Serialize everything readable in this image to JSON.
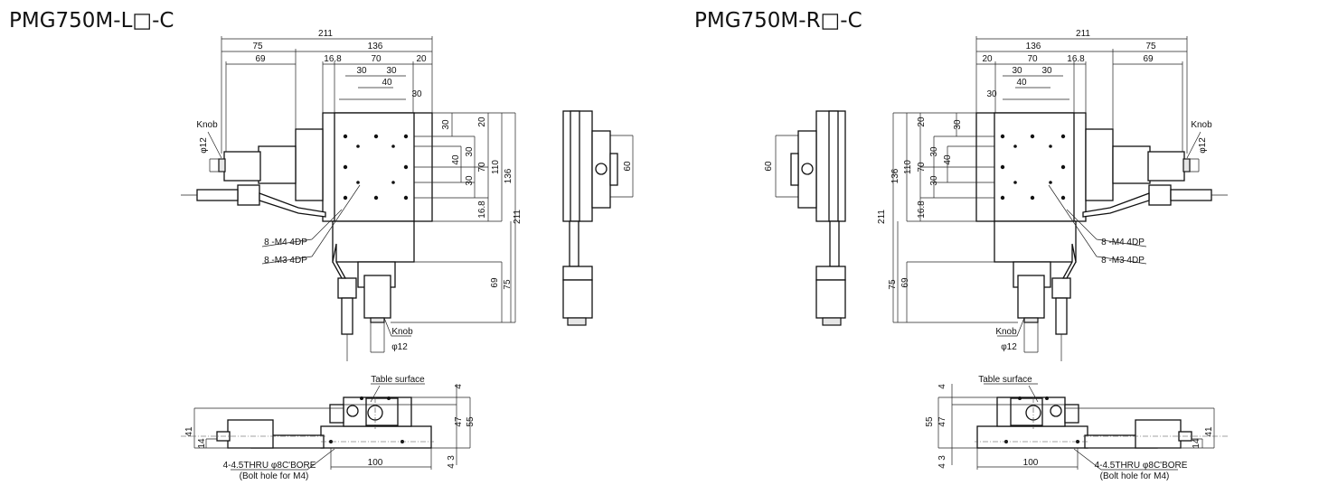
{
  "left": {
    "title": "PMG750M-L□-C",
    "dims": {
      "d211": "211",
      "d75": "75",
      "d136": "136",
      "d69": "69",
      "d16_8": "16.8",
      "d70": "70",
      "d20": "20",
      "d30a": "30",
      "d30b": "30",
      "d40": "40",
      "d30c": "30",
      "v30a": "30",
      "v20": "20",
      "v30b": "30",
      "v40": "40",
      "v70": "70",
      "v110": "110",
      "v30c": "30",
      "v136": "136",
      "v16_8": "16.8",
      "v211": "211",
      "v69": "69",
      "v75": "75",
      "side60": "60",
      "knob1": "Knob",
      "phi1": "φ12",
      "knob2": "Knob",
      "phi2": "φ12",
      "m4": "8 -M4 4DP",
      "m3": "8 -M3 4DP",
      "table_surface": "Table surface",
      "b4": "4",
      "b47": "47",
      "b55": "55",
      "b41": "41",
      "b14": "14",
      "b3": "3",
      "b4b": "4",
      "b100": "100",
      "bore": "4-4.5THRU φ8C'BORE",
      "bolt": "(Bolt hole for M4)"
    }
  },
  "right": {
    "title": "PMG750M-R□-C",
    "dims": {
      "d211": "211",
      "d75": "75",
      "d136": "136",
      "d69": "69",
      "d16_8": "16.8",
      "d70": "70",
      "d20": "20",
      "d30a": "30",
      "d30b": "30",
      "d40": "40",
      "d30c": "30",
      "v30a": "30",
      "v20": "20",
      "v30b": "30",
      "v40": "40",
      "v70": "70",
      "v110": "110",
      "v30c": "30",
      "v136": "136",
      "v16_8": "16.8",
      "v211": "211",
      "v69": "69",
      "v75": "75",
      "side60": "60",
      "knob1": "Knob",
      "phi1": "φ12",
      "knob2": "Knob",
      "phi2": "φ12",
      "m4": "8 -M4 4DP",
      "m3": "8 -M3 4DP",
      "table_surface": "Table surface",
      "b4": "4",
      "b47": "47",
      "b55": "55",
      "b41": "41",
      "b14": "14",
      "b3": "3",
      "b4b": "4",
      "b100": "100",
      "bore": "4-4.5THRU φ8C'BORE",
      "bolt": "(Bolt hole for M4)"
    }
  }
}
